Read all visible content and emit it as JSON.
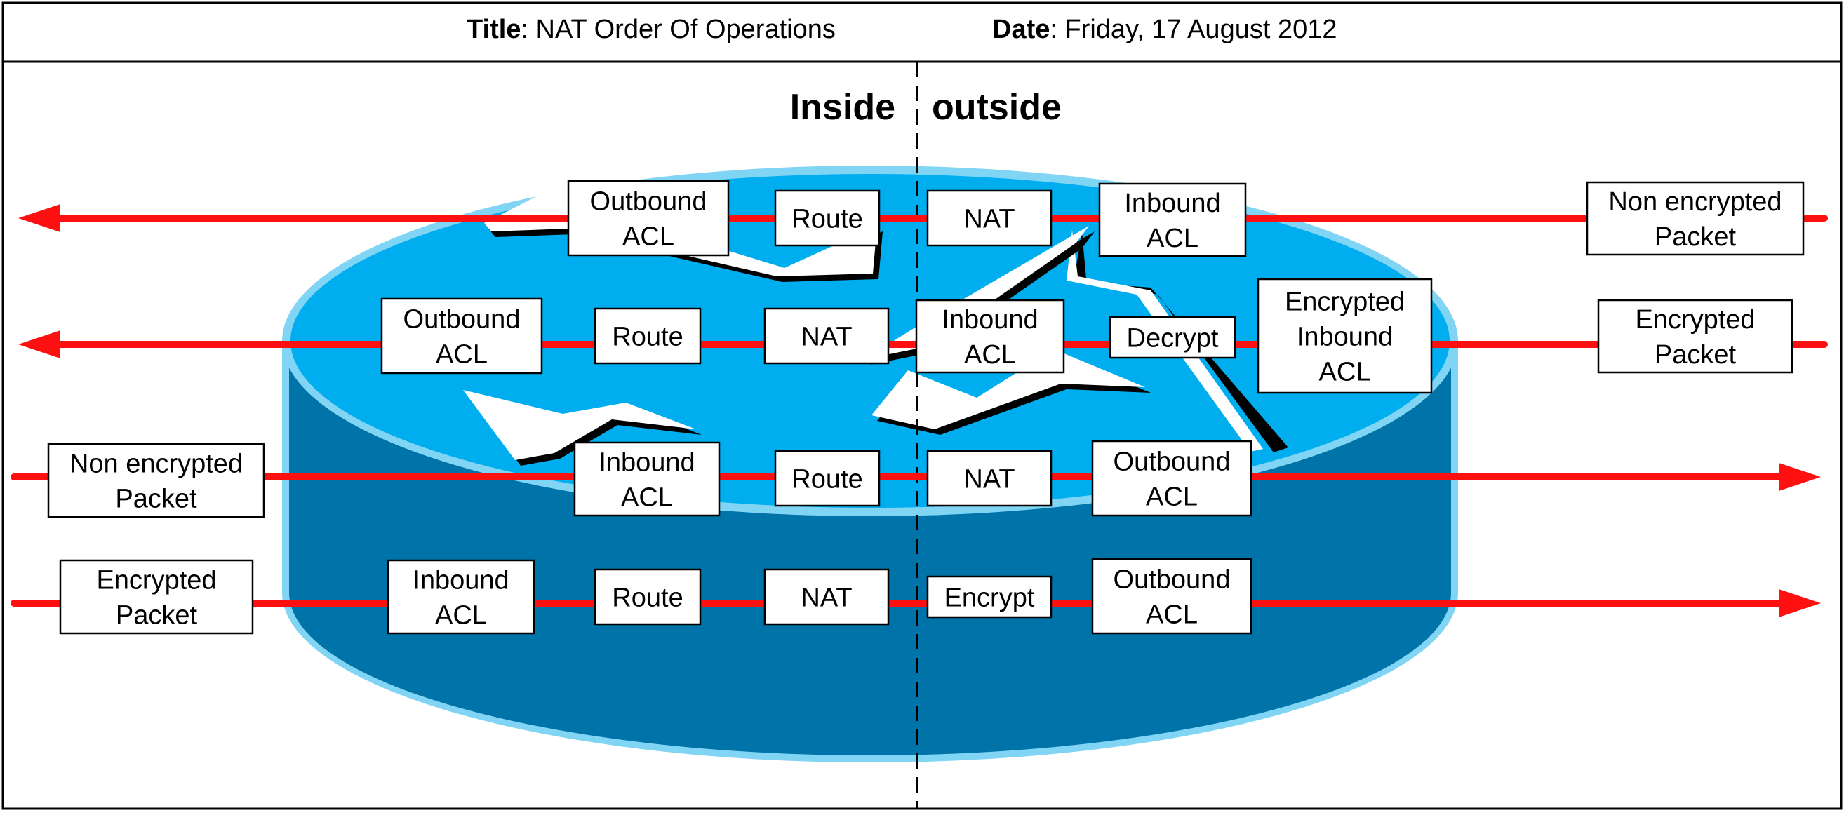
{
  "header": {
    "title_label": "Title",
    "title_value": ": NAT Order Of Operations",
    "date_label": "Date",
    "date_value": ": Friday, 17 August 2012"
  },
  "zones": {
    "inside": "Inside",
    "outside": "outside"
  },
  "flows": [
    {
      "id": "row1",
      "direction": "outside-to-inside",
      "packet": [
        "Non encrypted",
        "Packet"
      ],
      "steps": [
        [
          "Inbound",
          "ACL"
        ],
        [
          "NAT"
        ],
        [
          "Route"
        ],
        [
          "Outbound",
          "ACL"
        ]
      ]
    },
    {
      "id": "row2",
      "direction": "outside-to-inside",
      "packet": [
        "Encrypted",
        "Packet"
      ],
      "steps": [
        [
          "Encrypted",
          "Inbound",
          "ACL"
        ],
        [
          "Decrypt"
        ],
        [
          "Inbound",
          "ACL"
        ],
        [
          "NAT"
        ],
        [
          "Route"
        ],
        [
          "Outbound",
          "ACL"
        ]
      ]
    },
    {
      "id": "row3",
      "direction": "inside-to-outside",
      "packet": [
        "Non encrypted",
        "Packet"
      ],
      "steps": [
        [
          "Inbound",
          "ACL"
        ],
        [
          "Route"
        ],
        [
          "NAT"
        ],
        [
          "Outbound",
          "ACL"
        ]
      ]
    },
    {
      "id": "row4",
      "direction": "inside-to-outside",
      "packet": [
        "Encrypted",
        "Packet"
      ],
      "steps": [
        [
          "Inbound",
          "ACL"
        ],
        [
          "Route"
        ],
        [
          "NAT"
        ],
        [
          "Encrypt"
        ],
        [
          "Outbound",
          "ACL"
        ]
      ]
    }
  ],
  "colors": {
    "flow_line": "#ff1010",
    "router_top": "#00adef",
    "router_side": "#0074a8",
    "router_outline": "#80d4f4",
    "box_border": "#000000"
  },
  "icons": {
    "router": "router-icon",
    "arrowhead": "arrowhead-icon"
  }
}
